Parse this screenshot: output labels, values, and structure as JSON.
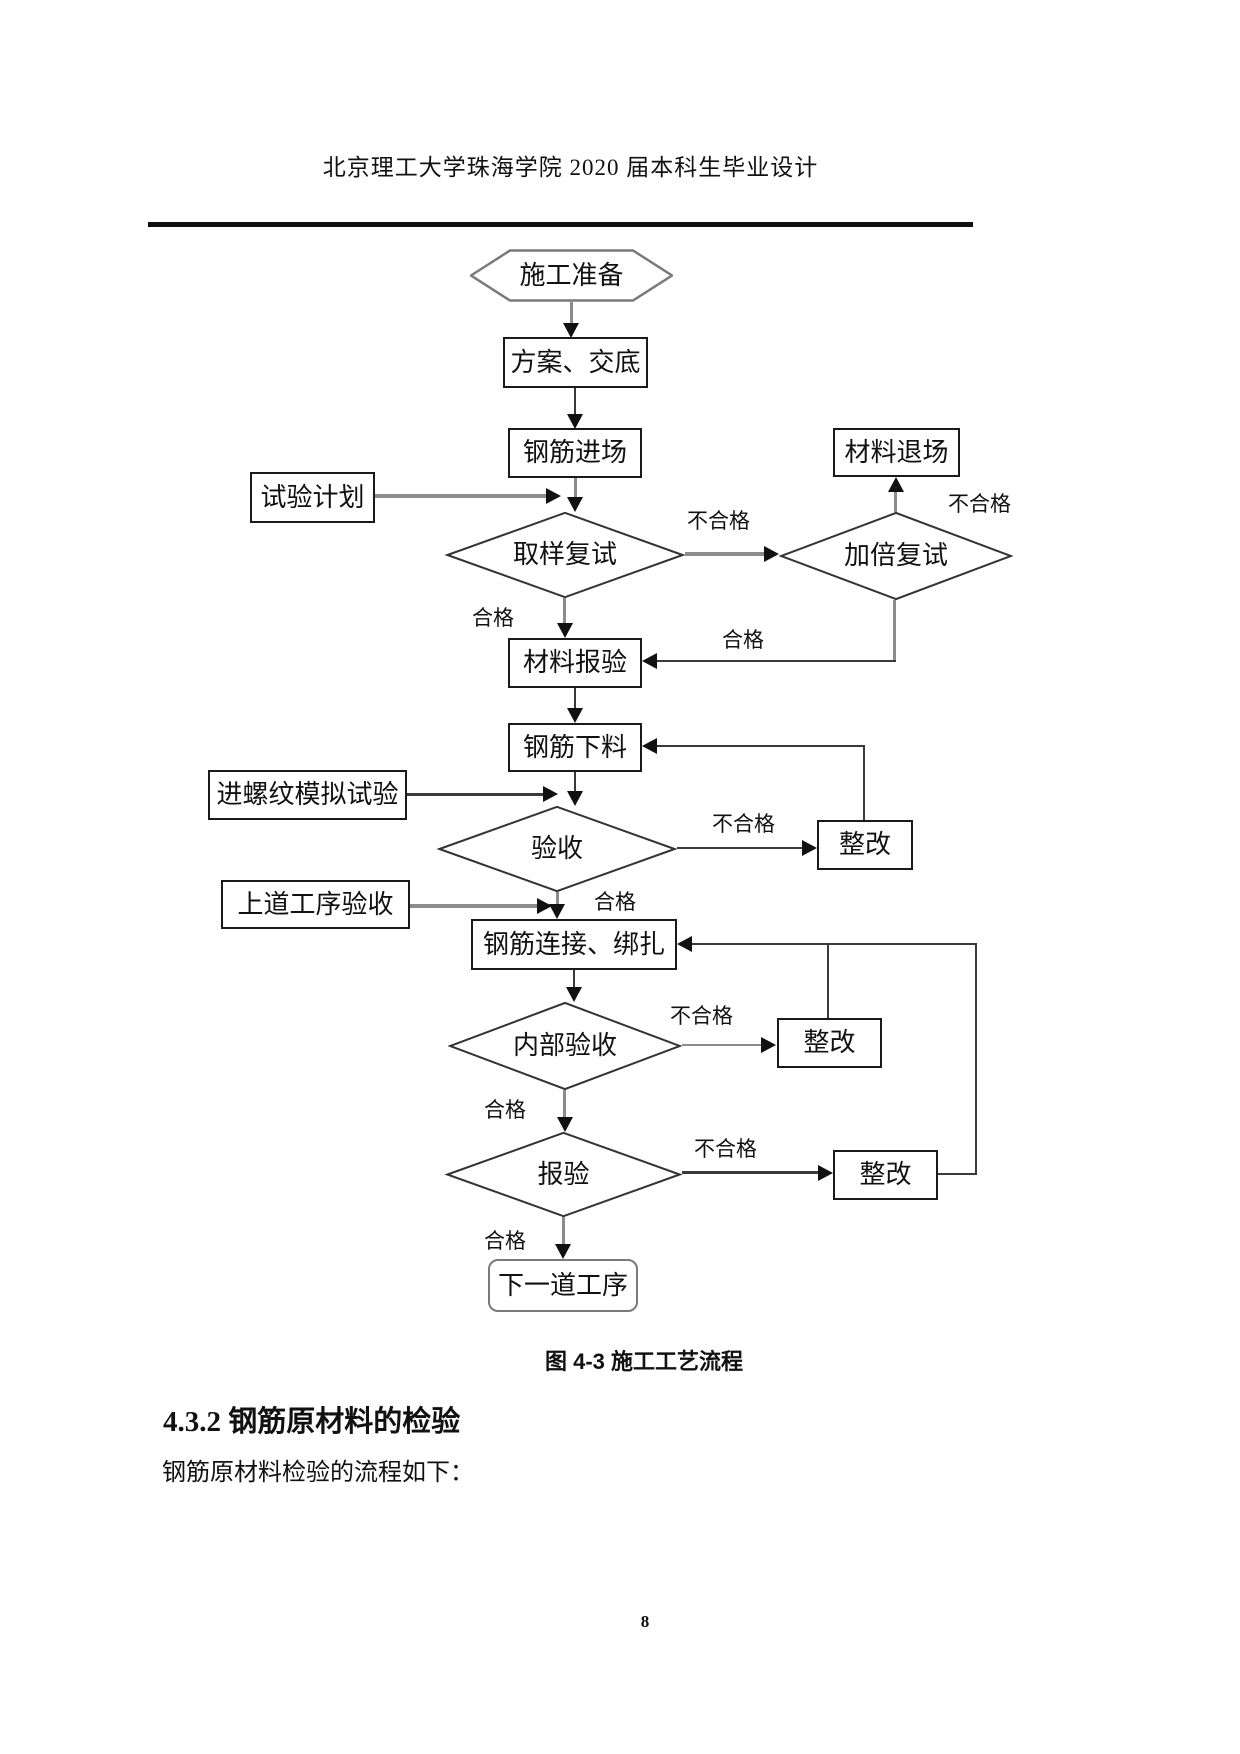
{
  "page": {
    "header": "北京理工大学珠海学院 2020 届本科生毕业设计",
    "figure_caption": "图 4-3 施工工艺流程",
    "section_heading": "4.3.2 钢筋原材料的检验",
    "body_text": "钢筋原材料检验的流程如下：",
    "page_number": "8"
  },
  "flowchart": {
    "nodes": {
      "prep": {
        "label": "施工准备",
        "shape": "hexagon"
      },
      "plan": {
        "label": "方案、交底",
        "shape": "rect"
      },
      "rebar_entry": {
        "label": "钢筋进场",
        "shape": "rect"
      },
      "test_plan": {
        "label": "试验计划",
        "shape": "rect"
      },
      "sampling_retest": {
        "label": "取样复试",
        "shape": "diamond"
      },
      "material_exit": {
        "label": "材料退场",
        "shape": "rect"
      },
      "double_retest": {
        "label": "加倍复试",
        "shape": "diamond"
      },
      "material_report": {
        "label": "材料报验",
        "shape": "rect"
      },
      "rebar_cutting": {
        "label": "钢筋下料",
        "shape": "rect"
      },
      "thread_sim_test": {
        "label": "进螺纹模拟试验",
        "shape": "rect"
      },
      "acceptance": {
        "label": "验收",
        "shape": "diamond"
      },
      "rectify_1": {
        "label": "整改",
        "shape": "rect"
      },
      "prev_process_acceptance": {
        "label": "上道工序验收",
        "shape": "rect"
      },
      "rebar_connect": {
        "label": "钢筋连接、绑扎",
        "shape": "rect"
      },
      "internal_acceptance": {
        "label": "内部验收",
        "shape": "diamond"
      },
      "rectify_2": {
        "label": "整改",
        "shape": "rect"
      },
      "report_acceptance": {
        "label": "报验",
        "shape": "diamond"
      },
      "rectify_3": {
        "label": "整改",
        "shape": "rect"
      },
      "next_process": {
        "label": "下一道工序",
        "shape": "rounded-rect"
      }
    },
    "edge_labels": {
      "sampling_fail": "不合格",
      "sampling_pass": "合格",
      "double_fail": "不合格",
      "double_pass": "合格",
      "acceptance_fail": "不合格",
      "acceptance_pass": "合格",
      "internal_fail": "不合格",
      "internal_pass": "合格",
      "report_fail": "不合格",
      "report_pass": "合格"
    }
  }
}
